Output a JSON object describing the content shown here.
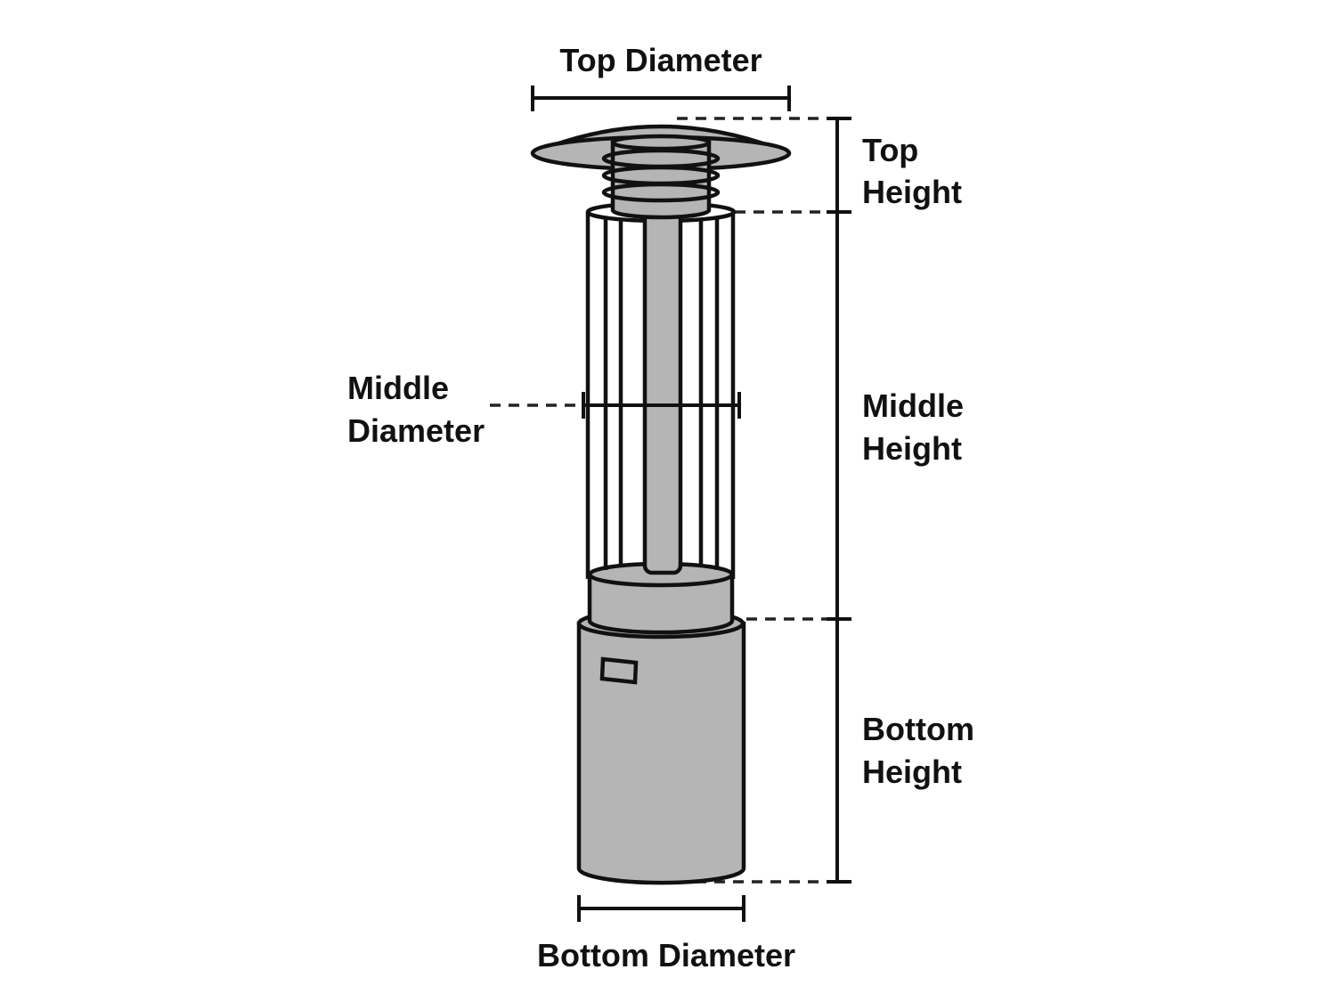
{
  "labels": {
    "top_diameter": "Top Diameter",
    "top_height": [
      "Top",
      "Height"
    ],
    "middle_diameter": [
      "Middle",
      "Diameter"
    ],
    "middle_height": [
      "Middle",
      "Height"
    ],
    "bottom_height": [
      "Bottom",
      "Height"
    ],
    "bottom_diameter": "Bottom Diameter"
  },
  "colors": {
    "fill": "#b5b5b5",
    "stroke": "#111111"
  }
}
